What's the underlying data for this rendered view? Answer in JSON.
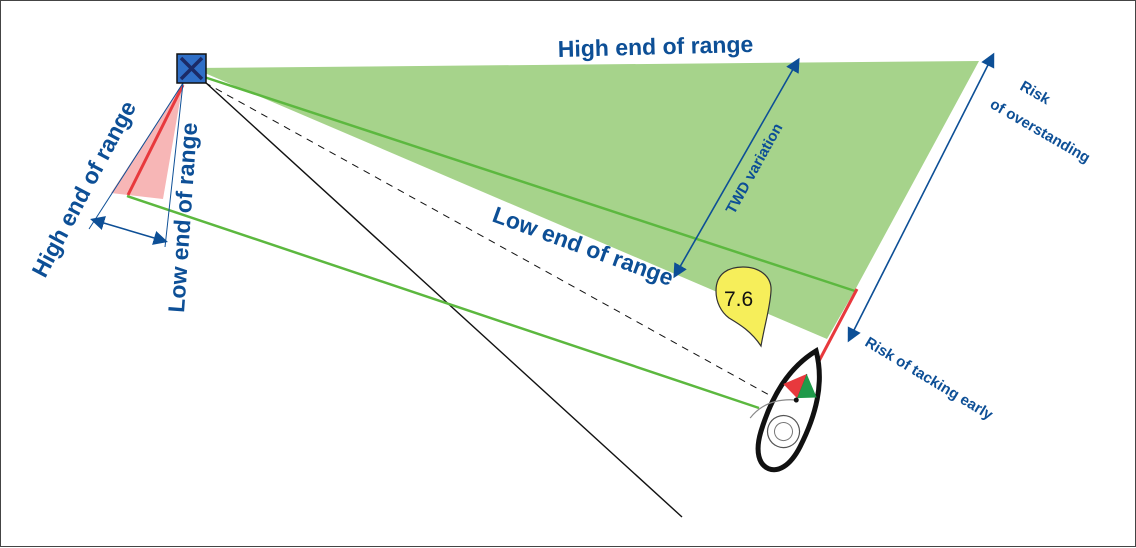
{
  "labels": {
    "high_end_top": "High end of range",
    "low_end_mid": "Low end of range",
    "high_end_left": "High end of range",
    "low_end_left": "Low end of range",
    "twd_variation": "TWD variation",
    "risk_overstanding_line1": "Risk",
    "risk_overstanding_line2": "of overstanding",
    "risk_tacking_early": "Risk of tacking early",
    "wind_value": "7.6"
  },
  "colors": {
    "label_blue": "#0d4f96",
    "range_green": "#a6d38b",
    "line_green": "#5cb83f",
    "range_red": "#f7b6b6",
    "line_red": "#e8393d",
    "mark_blue": "#2f6fc7",
    "wind_yellow": "#f6ee5a"
  },
  "icons": {
    "mark": "windward-mark-icon",
    "boat": "sailboat-icon",
    "wind": "wind-indicator-icon"
  }
}
